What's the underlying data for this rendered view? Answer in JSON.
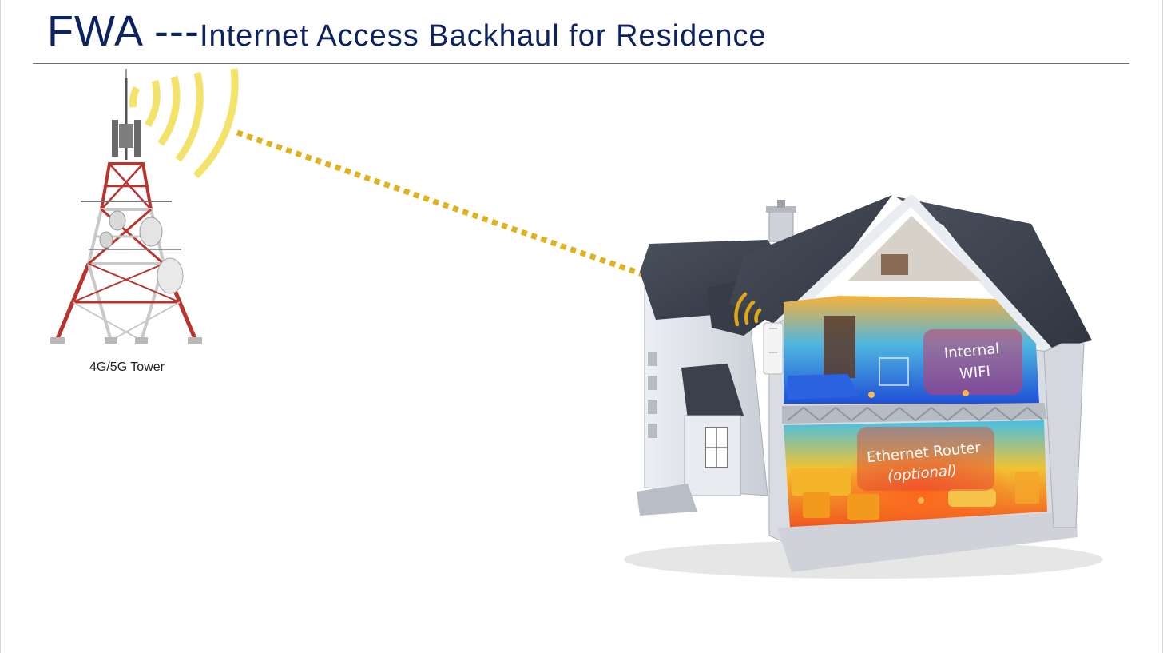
{
  "slide": {
    "title_main": "FWA ---",
    "title_sub": "Internet Access Backhaul for Residence"
  },
  "tower": {
    "caption": "4G/5G Tower"
  },
  "house": {
    "wifi_label_line1": "Internal",
    "wifi_label_line2": "WIFI",
    "router_label_line1": "Ethernet Router",
    "router_label_line2": "(optional)"
  },
  "colors": {
    "title": "#0d2260",
    "signal_wave": "#f3e36b",
    "link_dashes": "#e0b21e",
    "cpe_wave": "#e0a614",
    "tower_red": "#b8342e",
    "roof": "#3b4250"
  }
}
